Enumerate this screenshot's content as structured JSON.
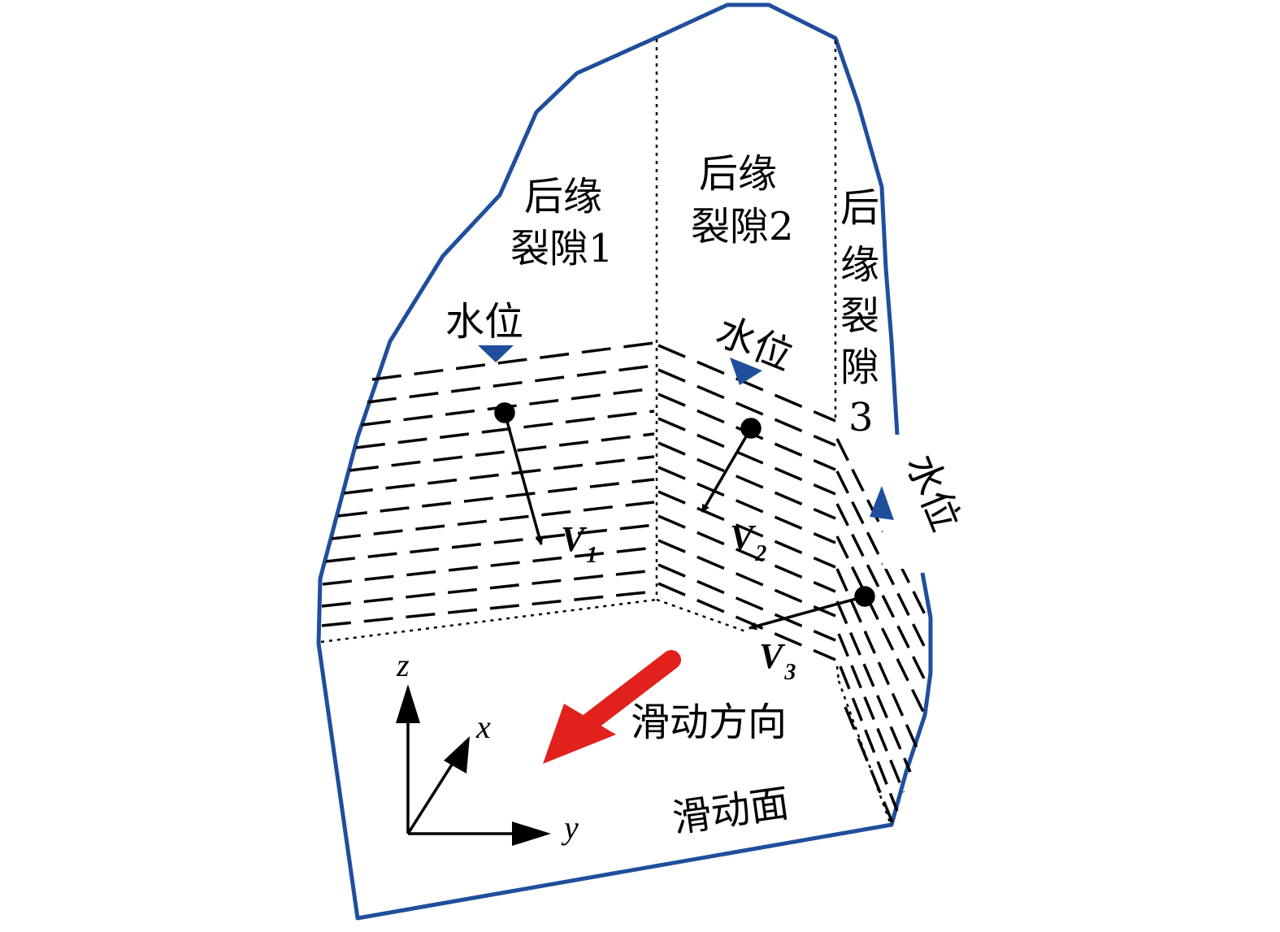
{
  "colors": {
    "outline": "#1f4e9c",
    "water_marker": "#1f4e9c",
    "slide_arrow": "#e3211c",
    "ink": "#000000"
  },
  "labels": {
    "crack1": [
      "后缘",
      "裂隙1"
    ],
    "crack2": [
      "后缘",
      "裂隙2"
    ],
    "crack3": [
      "后",
      "缘",
      "裂",
      "隙",
      "3"
    ],
    "water_level_1": "水位",
    "water_level_2": "水位",
    "water_level_3": "水位",
    "v1": {
      "main": "V",
      "sub": "1"
    },
    "v2": {
      "main": "V",
      "sub": "2"
    },
    "v3": {
      "main": "V",
      "sub": "3"
    },
    "slide_direction": "滑动方向",
    "slide_surface": "滑动面",
    "axis_z": "z",
    "axis_x": "x",
    "axis_y": "y"
  },
  "icons": {
    "water_marker": "inverted-triangle-icon",
    "vector_arrow": "arrow-icon",
    "slide_arrow": "large-arrow-icon"
  }
}
